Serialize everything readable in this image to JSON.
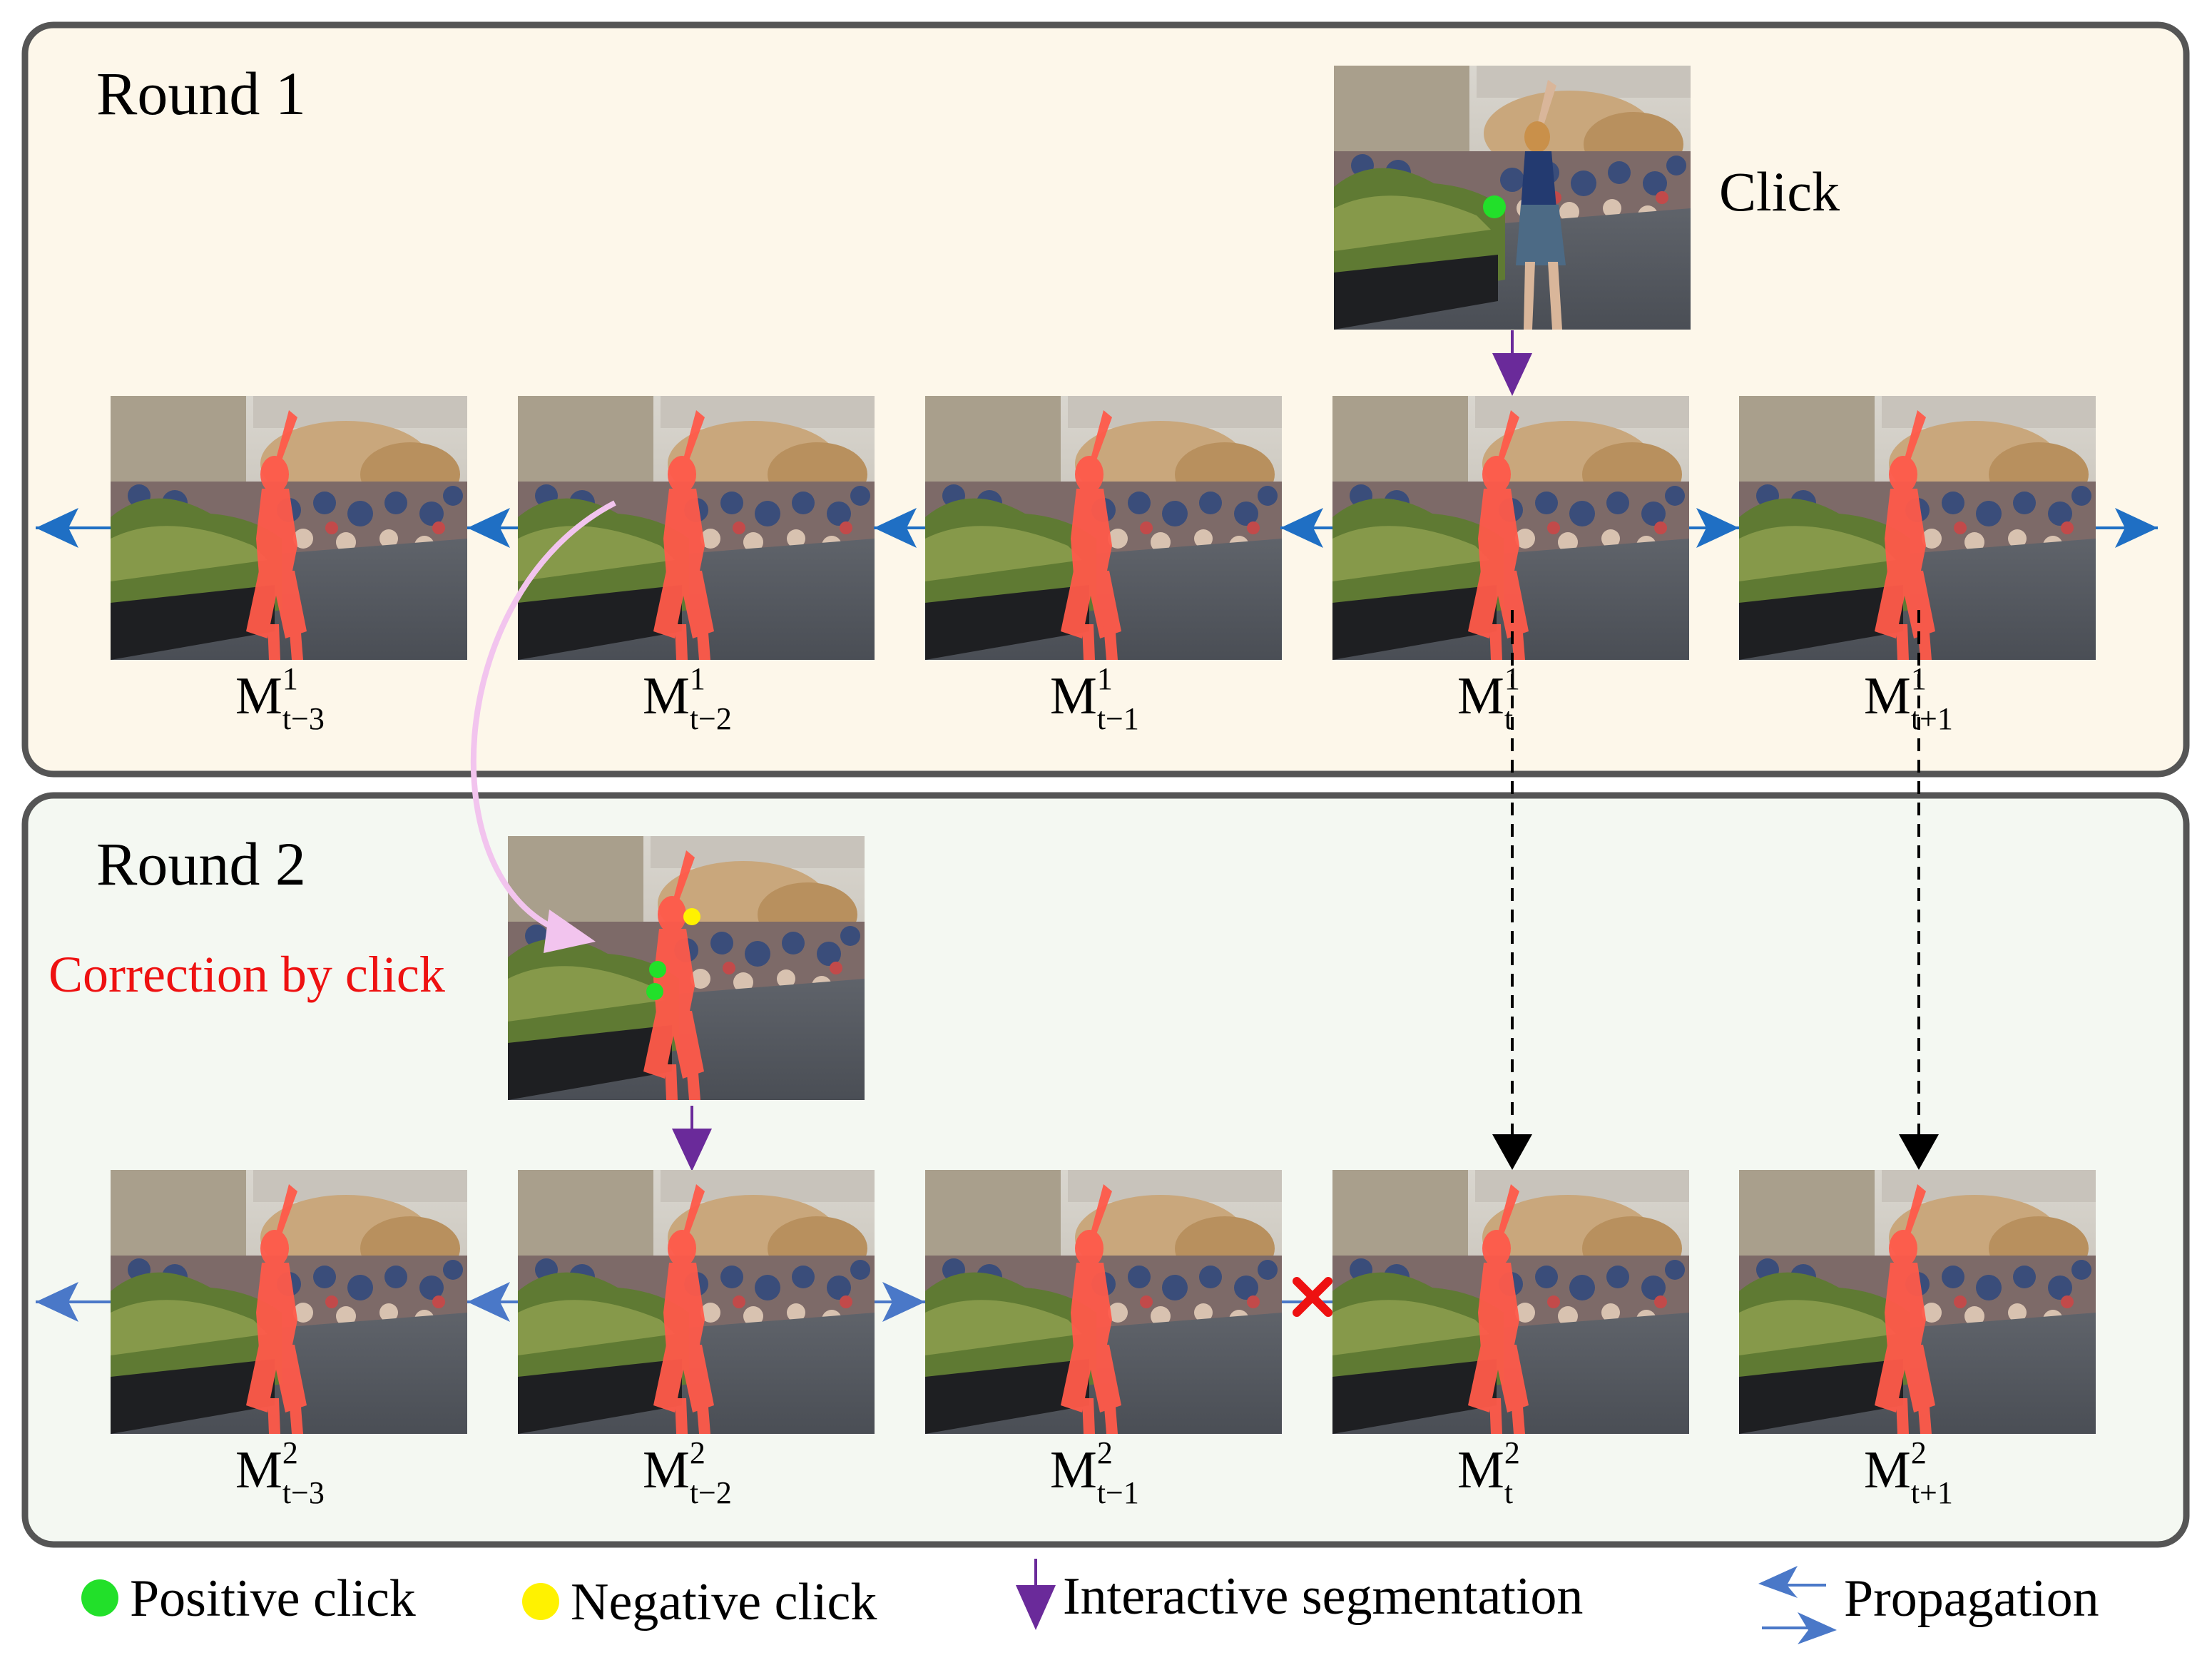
{
  "rounds": [
    {
      "title": "Round 1"
    },
    {
      "title": "Round 2"
    }
  ],
  "annotations": {
    "click": "Click",
    "correction": "Correction by click"
  },
  "frames": {
    "row1": [
      {
        "base": "M",
        "sup": "1",
        "sub": "t−3"
      },
      {
        "base": "M",
        "sup": "1",
        "sub": "t−2"
      },
      {
        "base": "M",
        "sup": "1",
        "sub": "t−1"
      },
      {
        "base": "M",
        "sup": "1",
        "sub": "t"
      },
      {
        "base": "M",
        "sup": "1",
        "sub": "t+1"
      }
    ],
    "row2": [
      {
        "base": "M",
        "sup": "2",
        "sub": "t−3"
      },
      {
        "base": "M",
        "sup": "2",
        "sub": "t−2"
      },
      {
        "base": "M",
        "sup": "2",
        "sub": "t−1"
      },
      {
        "base": "M",
        "sup": "2",
        "sub": "t"
      },
      {
        "base": "M",
        "sup": "2",
        "sub": "t+1"
      }
    ]
  },
  "legend": {
    "positive": "Positive click",
    "negative": "Negative click",
    "interactive": "Interactive segmentation",
    "propagation": "Propagation"
  },
  "colors": {
    "round1_bg": "#fdf7ea",
    "round2_bg": "#f4f8f2",
    "panel_border": "#555555",
    "positive_click": "#22e02a",
    "negative_click": "#fff200",
    "interactive_arrow": "#6a2a9a",
    "propagation_arrow": "#1f6fc4",
    "correction_arrow": "#f2c4ee",
    "stop_cross": "#ee1111",
    "mask": "#ff5a4a",
    "correction_text": "#ee1111"
  }
}
